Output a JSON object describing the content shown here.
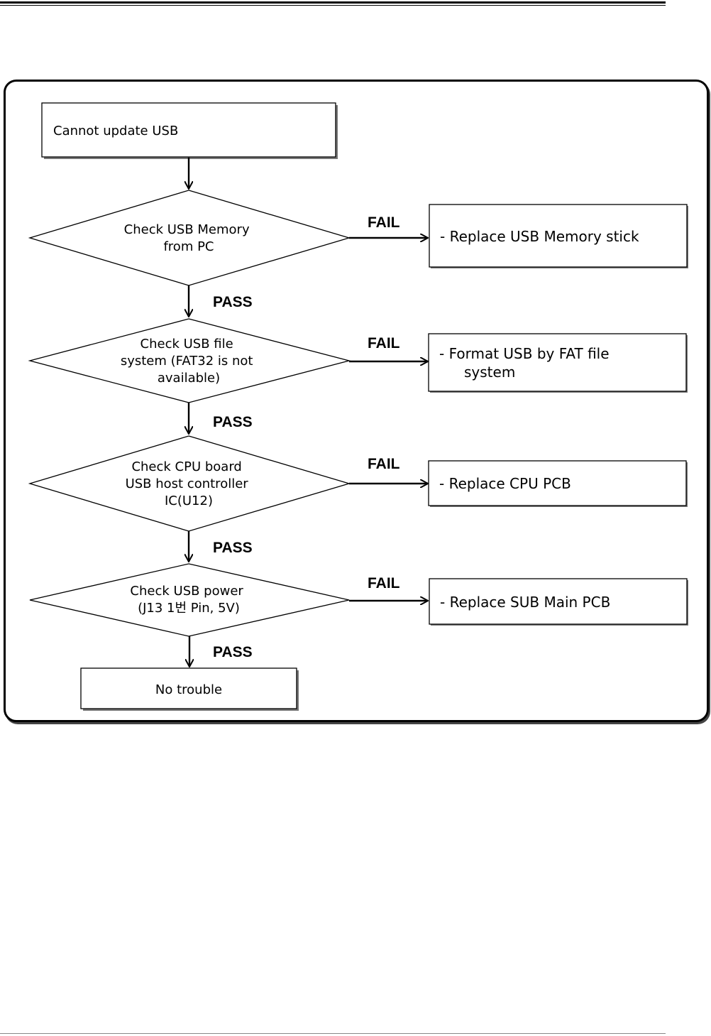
{
  "start": {
    "text": "Cannot update USB"
  },
  "decisions": [
    {
      "lines": [
        "Check USB Memory",
        "from PC"
      ],
      "fail_label": "FAIL",
      "pass_label": "PASS",
      "action_lines": [
        "- Replace USB Memory stick"
      ]
    },
    {
      "lines": [
        "Check USB file",
        "system (FAT32 is not",
        "available)"
      ],
      "fail_label": "FAIL",
      "pass_label": "PASS",
      "action_lines": [
        "-   Format USB by FAT file",
        "system"
      ]
    },
    {
      "lines": [
        "Check CPU board",
        "USB host controller",
        "IC(U12)"
      ],
      "fail_label": "FAIL",
      "pass_label": "PASS",
      "action_lines": [
        "- Replace CPU PCB"
      ]
    },
    {
      "lines": [
        "Check USB power",
        "(J13 1번 Pin, 5V)"
      ],
      "fail_label": "FAIL",
      "pass_label": "PASS",
      "action_lines": [
        "- Replace SUB Main PCB"
      ]
    }
  ],
  "end": {
    "text": "No trouble"
  }
}
